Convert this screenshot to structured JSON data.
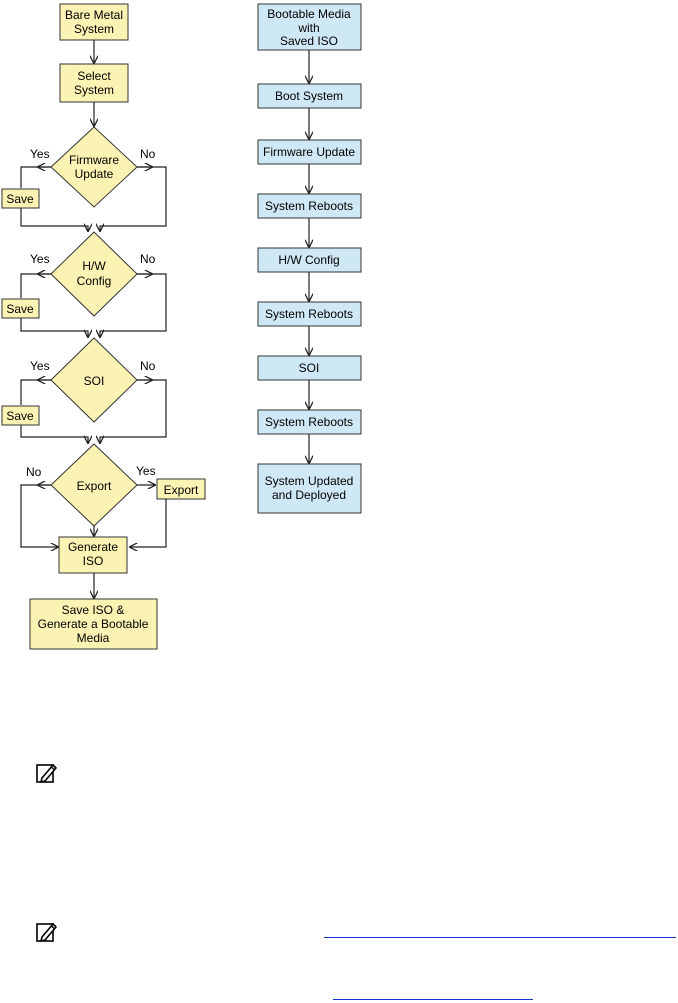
{
  "flowchart_left": {
    "bare_metal_l1": "Bare Metal",
    "bare_metal_l2": "System",
    "select_l1": "Select",
    "select_l2": "System",
    "firmware_l1": "Firmware",
    "firmware_l2": "Update",
    "hw_l1": "H/W",
    "hw_l2": "Config",
    "soi": "SOI",
    "export": "Export",
    "yes": "Yes",
    "no": "No",
    "save": "Save",
    "export_box": "Export",
    "generate_l1": "Generate",
    "generate_l2": "ISO",
    "final_l1": "Save ISO &",
    "final_l2": "Generate a Bootable",
    "final_l3": "Media"
  },
  "flowchart_right": {
    "boot_media_l1": "Bootable Media",
    "boot_media_l2": "with",
    "boot_media_l3": "Saved ISO",
    "steps": [
      "Boot System",
      "Firmware Update",
      "System Reboots",
      "H/W Config",
      "System Reboots",
      "SOI",
      "System Reboots"
    ],
    "final_l1": "System Updated",
    "final_l2": "and Deployed"
  },
  "colors": {
    "yellow_fill": "#fbf3b4",
    "blue_fill": "#cfe8f5",
    "link": "#1a33cc"
  },
  "icons": [
    "note-pencil-icon",
    "note-pencil-icon"
  ]
}
